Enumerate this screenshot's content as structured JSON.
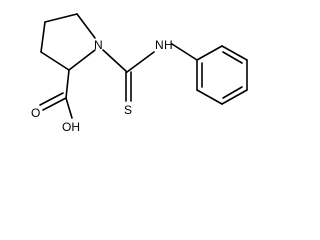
{
  "molecule": {
    "atoms": {
      "nitrogen_ring": "N",
      "nitrogen_amine": "N",
      "amine_hydrogen": "H",
      "sulfur": "S",
      "hydroxyl": "OH",
      "carbonyl_oxygen": "O"
    },
    "colors": {
      "bond": "#000000",
      "text": "#000000",
      "background": "#ffffff"
    }
  }
}
